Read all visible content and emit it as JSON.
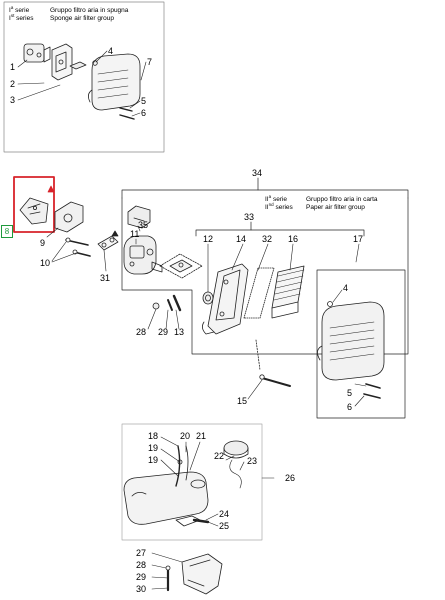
{
  "sponge_header": {
    "series_line1": "serie",
    "series_line2": "series",
    "title_it": "Gruppo filtro aria in spugna",
    "title_en": "Sponge air filter group"
  },
  "paper_header": {
    "series_line1": "serie",
    "series_line2": "series",
    "title_it": "Gruppo filtro aria in carta",
    "title_en": "Paper air filter group"
  },
  "page_marker": "8",
  "callouts": {
    "c1": "1",
    "c2": "2",
    "c3": "3",
    "c4a": "4",
    "c5a": "5",
    "c6a": "6",
    "c7": "7",
    "c9": "9",
    "c10": "10",
    "c31": "31",
    "c34": "34",
    "c35": "35",
    "c11": "11",
    "c33": "33",
    "c12": "12",
    "c14": "14",
    "c32": "32",
    "c16": "16",
    "c17": "17",
    "c4b": "4",
    "c28a": "28",
    "c29a": "29",
    "c13": "13",
    "c15": "15",
    "c5b": "5",
    "c6b": "6",
    "c18": "18",
    "c20": "20",
    "c21": "21",
    "c19a": "19",
    "c19b": "19",
    "c22": "22",
    "c23": "23",
    "c26": "26",
    "c24": "24",
    "c25": "25",
    "c27": "27",
    "c28b": "28",
    "c29b": "29",
    "c30": "30"
  },
  "colors": {
    "highlight": "#d8232a",
    "marker": "#1e9a3c",
    "line": "#222222"
  }
}
